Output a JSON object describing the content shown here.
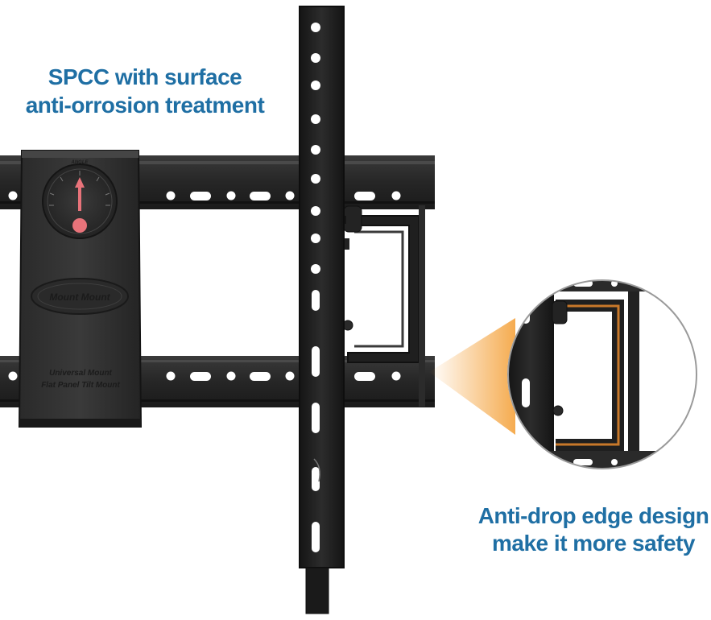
{
  "captions": {
    "top": [
      "SPCC with surface",
      "anti-orrosion treatment"
    ],
    "bottom": [
      "Anti-drop edge design",
      "make it more safety"
    ]
  },
  "product_marks": {
    "logo": "Mount Mount",
    "label_line1": "Universal Mount",
    "label_line2": "Flat Panel Tilt Mount",
    "gauge_top": "ANGLE"
  },
  "colors": {
    "caption_text": "#1f6fa4",
    "metal_dark": "#1c1c1c",
    "metal_mid": "#2b2b2b",
    "highlight_orange": "#c8782a",
    "gauge_needle": "#e8737a",
    "cone_orange": "#f4a23c"
  }
}
